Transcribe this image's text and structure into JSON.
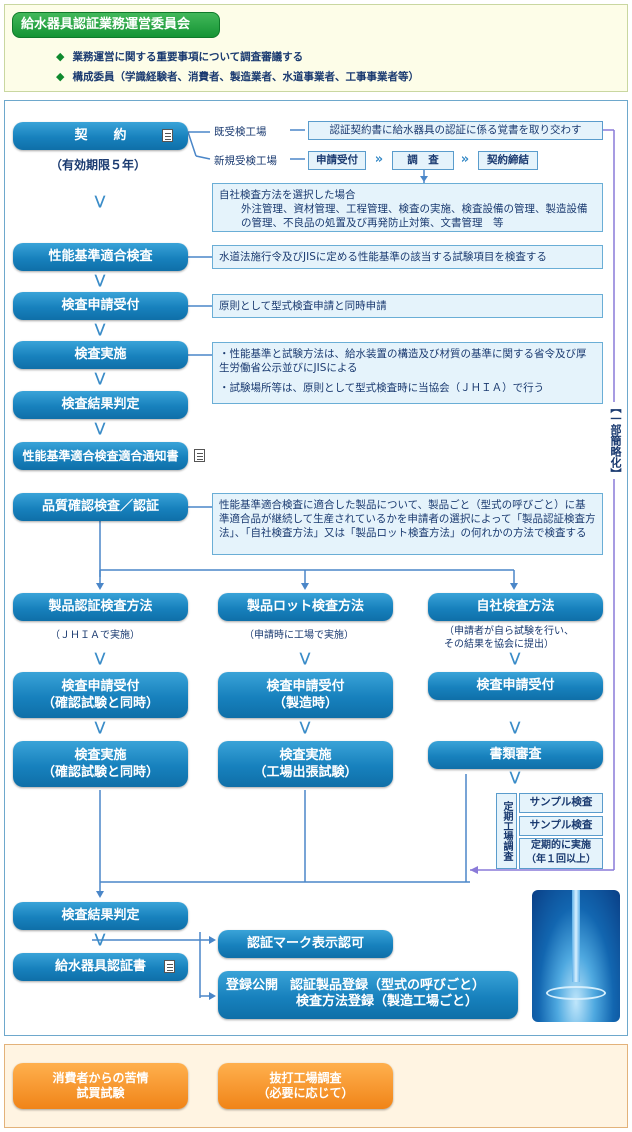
{
  "header": {
    "title": "給水器具認証業務運営委員会",
    "bullets": [
      "業務運営に関する重要事項について調査審議する",
      "構成委員（学識経験者、消費者、製造業者、水道事業者、工事事業者等）"
    ]
  },
  "flow": {
    "keiyaku": "契　　約",
    "validity": "（有効期限５年）",
    "existing_label": "既受検工場",
    "existing_desc": "認証契約書に給水器具の認証に係る覚書を取り交わす",
    "new_label": "新規受検工場",
    "step_apply": "申請受付",
    "step_survey": "調　査",
    "step_contract": "契約締結",
    "self_method_title": "自社検査方法を選択した場合",
    "self_method_body": "外注管理、資材管理、工程管理、検査の実施、検査設備の管理、製造設備の管理、不良品の処置及び再発防止対策、文書管理　等",
    "conformity_inspection": "性能基準適合検査",
    "conformity_desc": "水道法施行令及びJISに定める性能基準の該当する試験項目を検査する",
    "application": "検査申請受付",
    "application_desc": "原則として型式検査申請と同時申請",
    "implementation": "検査実施",
    "impl_note1": "・性能基準と試験方法は、給水装置の構造及び材質の基準に関する省令及び厚生労働省公示並びにJISによる",
    "impl_note2": "・試験場所等は、原則として型式検査時に当協会（ＪＨＩＡ）で行う",
    "judgment": "検査結果判定",
    "notice": "性能基準適合検査適合通知書",
    "side_label": "【一部簡略化】",
    "quality": "品質確認検査／認証",
    "quality_desc": "性能基準適合検査に適合した製品について、製品ごと（型式の呼びごと）に基準適合品が継続して生産されているかを申請者の選択によって「製品認証検査方法」、「自社検査方法」又は「製品ロット検査方法」の何れかの方法で検査する"
  },
  "methods": {
    "col1": {
      "title": "製品認証検査方法",
      "note": "（ＪＨＩＡで実施）",
      "apply": [
        "検査申請受付",
        "（確認試験と同時）"
      ],
      "impl": [
        "検査実施",
        "（確認試験と同時）"
      ]
    },
    "col2": {
      "title": "製品ロット検査方法",
      "note": "（申請時に工場で実施）",
      "apply": [
        "検査申請受付",
        "（製造時）"
      ],
      "impl": [
        "検査実施",
        "（工場出張試験）"
      ]
    },
    "col3": {
      "title": "自社検査方法",
      "note": [
        "（申請者が自ら試験を行い、",
        "その結果を協会に提出）"
      ],
      "apply": "検査申請受付",
      "review": "書類審査",
      "periodic_label": "定期工場調査",
      "sample1": "サンプル検査",
      "sample2": "サンプル検査",
      "regular": [
        "定期的に実施",
        "（年１回以上）"
      ]
    }
  },
  "final": {
    "judgment": "検査結果判定",
    "certificate": "給水器具認証書",
    "mark": "認証マーク表示認可",
    "publish_label": "登録公開",
    "publish_line1": "認証製品登録（型式の呼びごと）",
    "publish_line2": "検査方法登録（製造工場ごと）"
  },
  "bottom": {
    "complaint": [
      "消費者からの苦情",
      "試買試験"
    ],
    "inspection": [
      "抜打工場調査",
      "（必要に応じて）"
    ]
  }
}
